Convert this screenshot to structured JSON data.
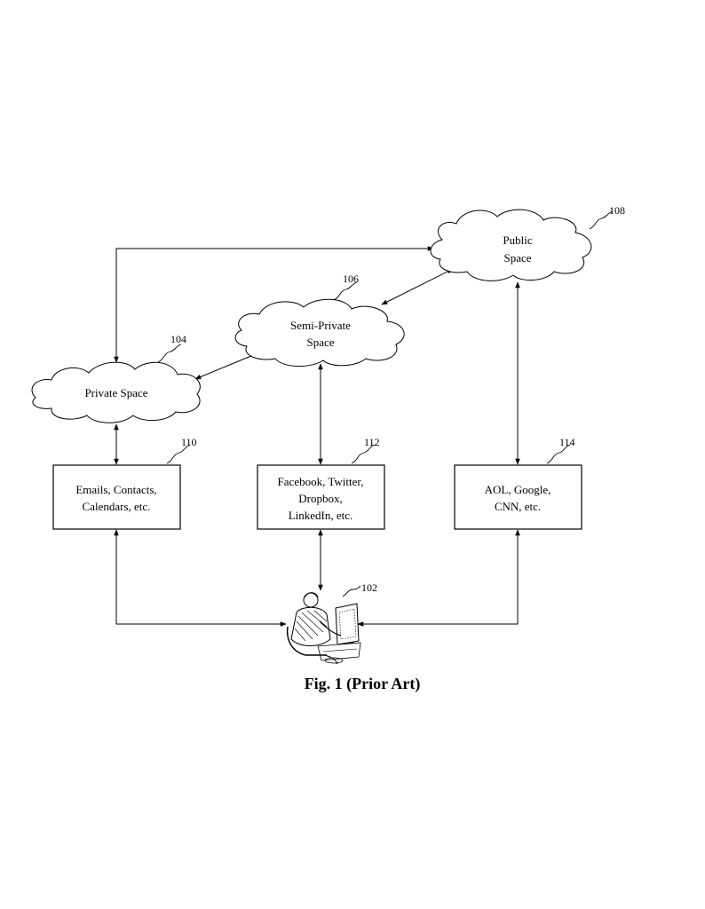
{
  "clouds": {
    "private": {
      "label": "Private Space",
      "ref": "104"
    },
    "semi_private": {
      "line1": "Semi-Private",
      "line2": "Space",
      "ref": "106"
    },
    "public": {
      "line1": "Public",
      "line2": "Space",
      "ref": "108"
    }
  },
  "boxes": {
    "private_services": {
      "line1": "Emails, Contacts,",
      "line2": "Calendars, etc.",
      "ref": "110"
    },
    "social_services": {
      "line1": "Facebook, Twitter,",
      "line2": "Dropbox,",
      "line3": "LinkedIn, etc.",
      "ref": "112"
    },
    "public_services": {
      "line1": "AOL, Google,",
      "line2": "CNN, etc.",
      "ref": "114"
    }
  },
  "user": {
    "ref": "102"
  },
  "caption": "Fig. 1 (Prior Art)"
}
